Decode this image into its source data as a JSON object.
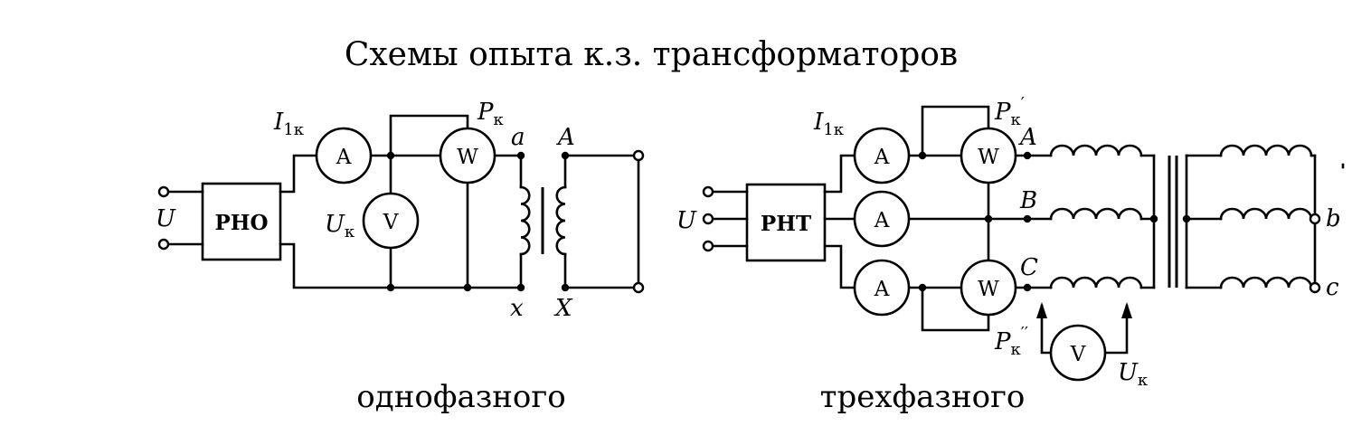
{
  "title": "Схемы опыта к.з. трансформаторов",
  "single_phase": {
    "caption": "однофазного",
    "supply_label": "U",
    "regulator_label": "РНО",
    "ammeter_symbol": "A",
    "voltmeter_symbol": "V",
    "wattmeter_symbol": "W",
    "current_label_main": "I",
    "current_label_sub": "1к",
    "voltage_label_main": "U",
    "voltage_label_sub": "к",
    "power_label_main": "P",
    "power_label_sub": "к",
    "terminal_a": "a",
    "terminal_x": "x",
    "terminal_A": "A",
    "terminal_X": "X"
  },
  "three_phase": {
    "caption": "трехфазного",
    "supply_label": "U",
    "regulator_label": "РНТ",
    "ammeter_symbol": "A",
    "voltmeter_symbol": "V",
    "wattmeter_symbol": "W",
    "current_label_main": "I",
    "current_label_sub": "1к",
    "power1_label_main": "P",
    "power1_label_sub": "к",
    "power1_label_prime": "′",
    "power2_label_main": "P",
    "power2_label_sub": "к",
    "power2_label_prime": "′′",
    "voltage_label_main": "U",
    "voltage_label_sub": "к",
    "phase_A": "A",
    "phase_B": "B",
    "phase_C": "C",
    "terminal_b": "b",
    "terminal_c": "c"
  }
}
